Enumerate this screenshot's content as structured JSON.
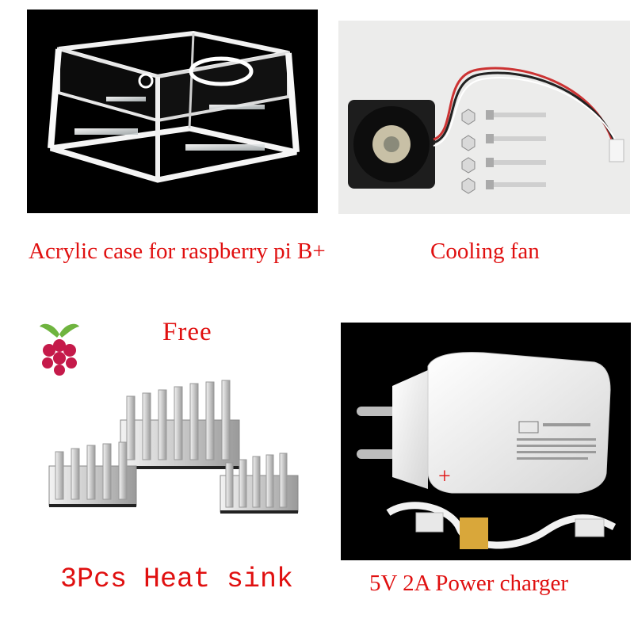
{
  "products": {
    "case": {
      "caption": "Acrylic case for raspberry pi B+"
    },
    "fan": {
      "caption": "Cooling fan"
    },
    "heatsink": {
      "badge": "Free",
      "caption": "3Pcs Heat sink"
    },
    "charger": {
      "caption": "5V 2A Power charger",
      "plus": "+"
    }
  },
  "icons": {
    "logo": "raspberry-pi-logo-icon"
  },
  "colors": {
    "caption_text": "#e01010",
    "panel_dark": "#000000",
    "panel_light": "#ececeb"
  }
}
